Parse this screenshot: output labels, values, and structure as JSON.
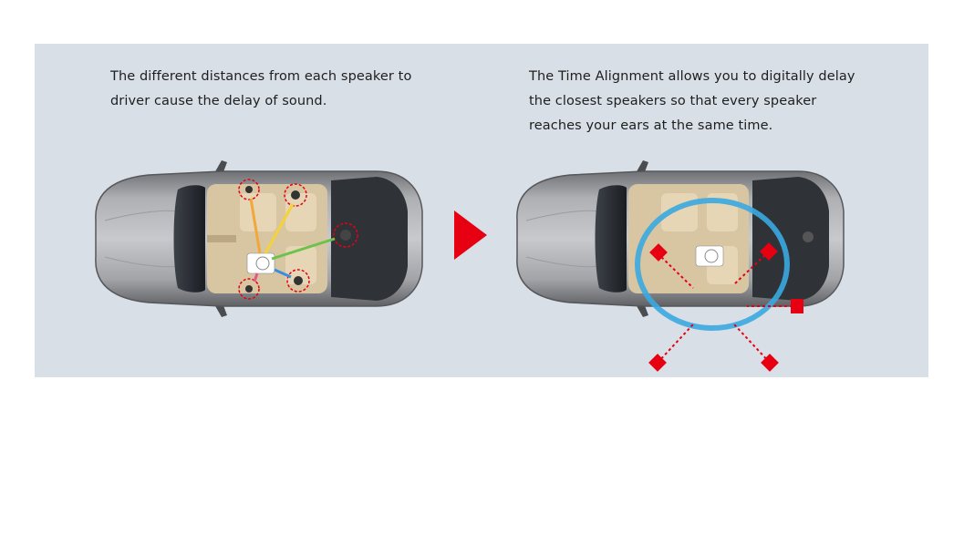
{
  "left_caption": {
    "lines": [
      "The different distances from each speaker to",
      "driver cause the delay of sound."
    ]
  },
  "right_caption": {
    "lines": [
      "The Time Alignment allows you to digitally delay",
      "the closest speakers so that every speaker",
      "reaches your ears at the same time."
    ]
  },
  "colors": {
    "panel_bg": "#d9dfe7",
    "accent_red": "#e60012",
    "ring_blue": "#3aa9e0",
    "car_body": "#8d8f93",
    "interior": "#d8c6a2"
  },
  "icons": {
    "next_arrow": "triangle-right-icon",
    "speaker": "speaker-icon",
    "driver": "driver-icon"
  }
}
